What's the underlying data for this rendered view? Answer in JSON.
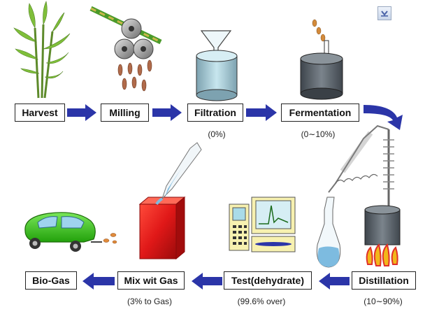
{
  "steps": [
    {
      "id": "harvest",
      "label": "Harvest",
      "note": ""
    },
    {
      "id": "milling",
      "label": "Milling",
      "note": ""
    },
    {
      "id": "filtration",
      "label": "Filtration",
      "note": "(0%)"
    },
    {
      "id": "fermentation",
      "label": "Fermentation",
      "note": "(0∼10%)"
    },
    {
      "id": "distillation",
      "label": "Distillation",
      "note": "(10∼90%)"
    },
    {
      "id": "test",
      "label": "Test(dehydrate)",
      "note": "(99.6% over)"
    },
    {
      "id": "mix",
      "label": "Mix wit Gas",
      "note": "(3% to Gas)"
    },
    {
      "id": "biogas",
      "label": "Bio-Gas",
      "note": ""
    }
  ],
  "colors": {
    "arrow": "#2b35a8",
    "tank": "#5a6168",
    "liquid": "#a9dbe8",
    "block_red": "#e01818",
    "car": "#39c91a",
    "flame": "#f2b71a",
    "monitor": "#f7f1b0"
  },
  "icons": [
    "sugarcane-icon",
    "milling-rollers-icon",
    "filter-funnel-tank-icon",
    "fermentation-tank-icon",
    "distillation-apparatus-icon",
    "test-instrument-icon",
    "gas-mixing-block-icon",
    "green-car-icon",
    "scroll-down-button-icon"
  ]
}
